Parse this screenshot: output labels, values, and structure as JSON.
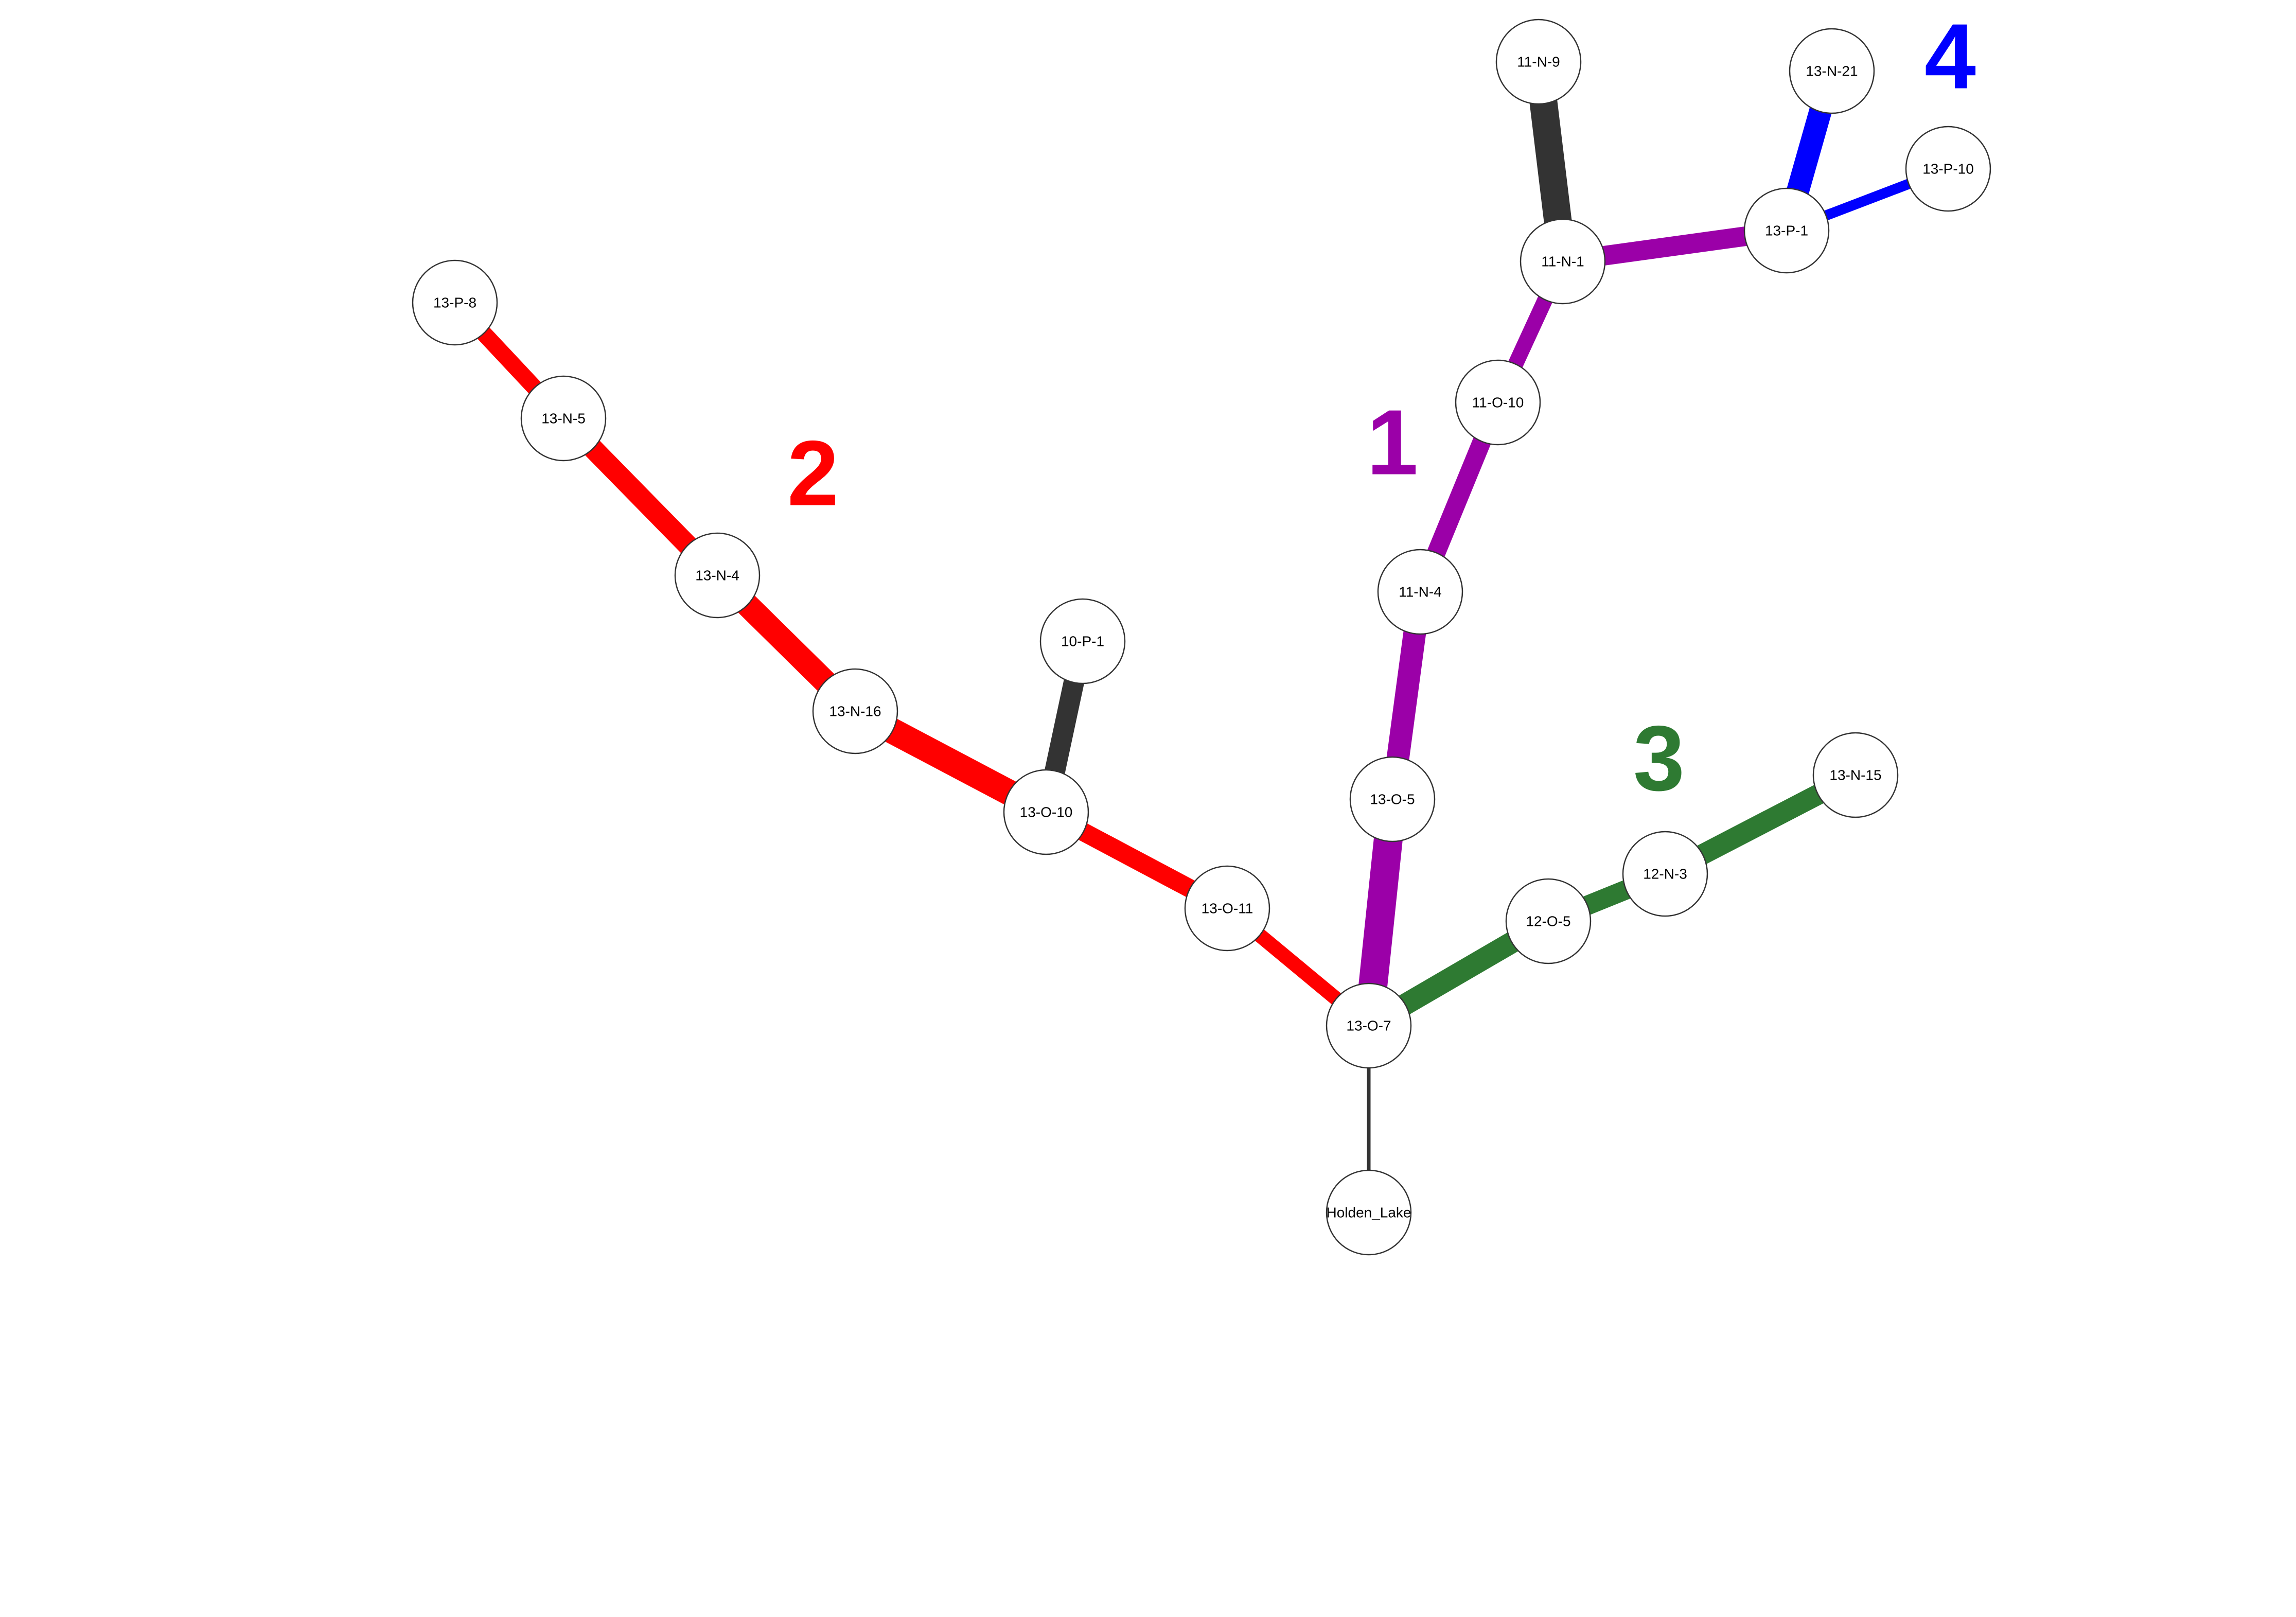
{
  "colors": {
    "purple": "#9b00a8",
    "red": "#ff0000",
    "green": "#2e7a32",
    "blue": "#0000ff",
    "dark": "#333333"
  },
  "clusters": [
    {
      "id": "c1",
      "label": "1",
      "color": "#9b00a8"
    },
    {
      "id": "c2",
      "label": "2",
      "color": "#ff0000"
    },
    {
      "id": "c3",
      "label": "3",
      "color": "#2e7a32"
    },
    {
      "id": "c4",
      "label": "4",
      "color": "#0000ff"
    }
  ],
  "nodes": [
    {
      "id": "n-11-n-9",
      "label": "11-N-9"
    },
    {
      "id": "n-13-n-21",
      "label": "13-N-21"
    },
    {
      "id": "n-13-p-10",
      "label": "13-P-10"
    },
    {
      "id": "n-13-p-1",
      "label": "13-P-1"
    },
    {
      "id": "n-11-n-1",
      "label": "11-N-1"
    },
    {
      "id": "n-13-p-8",
      "label": "13-P-8"
    },
    {
      "id": "n-11-o-10",
      "label": "11-O-10"
    },
    {
      "id": "n-13-n-5",
      "label": "13-N-5"
    },
    {
      "id": "n-13-n-4",
      "label": "13-N-4"
    },
    {
      "id": "n-11-n-4",
      "label": "11-N-4"
    },
    {
      "id": "n-10-p-1",
      "label": "10-P-1"
    },
    {
      "id": "n-13-n-16",
      "label": "13-N-16"
    },
    {
      "id": "n-13-n-15",
      "label": "13-N-15"
    },
    {
      "id": "n-13-o-5",
      "label": "13-O-5"
    },
    {
      "id": "n-13-o-10",
      "label": "13-O-10"
    },
    {
      "id": "n-12-n-3",
      "label": "12-N-3"
    },
    {
      "id": "n-12-o-5",
      "label": "12-O-5"
    },
    {
      "id": "n-13-o-11",
      "label": "13-O-11"
    },
    {
      "id": "n-13-o-7",
      "label": "13-O-7"
    },
    {
      "id": "n-holden-lake",
      "label": "Holden_Lake"
    }
  ],
  "edges": [
    {
      "from": "n-13-o-7",
      "to": "n-holden-lake",
      "color": "#333333"
    },
    {
      "from": "n-13-o-7",
      "to": "n-13-o-5",
      "color": "#9b00a8"
    },
    {
      "from": "n-13-o-5",
      "to": "n-11-n-4",
      "color": "#9b00a8"
    },
    {
      "from": "n-11-n-4",
      "to": "n-11-o-10",
      "color": "#9b00a8"
    },
    {
      "from": "n-11-o-10",
      "to": "n-11-n-1",
      "color": "#9b00a8"
    },
    {
      "from": "n-11-n-1",
      "to": "n-13-p-1",
      "color": "#9b00a8"
    },
    {
      "from": "n-11-n-1",
      "to": "n-11-n-9",
      "color": "#333333"
    },
    {
      "from": "n-13-p-1",
      "to": "n-13-n-21",
      "color": "#0000ff"
    },
    {
      "from": "n-13-p-1",
      "to": "n-13-p-10",
      "color": "#0000ff"
    },
    {
      "from": "n-13-o-7",
      "to": "n-13-o-11",
      "color": "#ff0000"
    },
    {
      "from": "n-13-o-11",
      "to": "n-13-o-10",
      "color": "#ff0000"
    },
    {
      "from": "n-13-o-10",
      "to": "n-13-n-16",
      "color": "#ff0000"
    },
    {
      "from": "n-13-n-16",
      "to": "n-13-n-4",
      "color": "#ff0000"
    },
    {
      "from": "n-13-n-4",
      "to": "n-13-n-5",
      "color": "#ff0000"
    },
    {
      "from": "n-13-n-5",
      "to": "n-13-p-8",
      "color": "#ff0000"
    },
    {
      "from": "n-13-o-10",
      "to": "n-10-p-1",
      "color": "#333333"
    },
    {
      "from": "n-13-o-7",
      "to": "n-12-o-5",
      "color": "#2e7a32"
    },
    {
      "from": "n-12-o-5",
      "to": "n-12-n-3",
      "color": "#2e7a32"
    },
    {
      "from": "n-12-n-3",
      "to": "n-13-n-15",
      "color": "#2e7a32"
    }
  ]
}
